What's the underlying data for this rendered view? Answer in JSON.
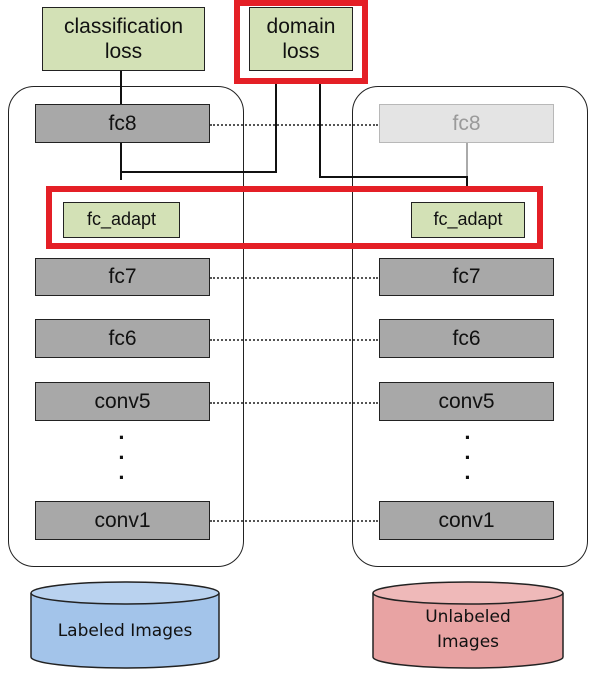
{
  "top_boxes": {
    "classification_loss": "classification\nloss",
    "domain_loss": "domain\nloss"
  },
  "left_tower": {
    "fc8": "fc8",
    "fc_adapt": "fc_adapt",
    "fc7": "fc7",
    "fc6": "fc6",
    "conv5": "conv5",
    "conv1": "conv1"
  },
  "right_tower": {
    "fc8": "fc8",
    "fc_adapt": "fc_adapt",
    "fc7": "fc7",
    "fc6": "fc6",
    "conv5": "conv5",
    "conv1": "conv1"
  },
  "datasets": {
    "labeled": "Labeled Images",
    "unlabeled": "Unlabeled\nImages"
  },
  "colors": {
    "layer_grey": "#a8a8a8",
    "loss_green": "#d3e1b6",
    "highlight_red": "#e41f26",
    "labeled_blue": "#a3c4ea",
    "unlabeled_red": "#e8a3a3"
  }
}
